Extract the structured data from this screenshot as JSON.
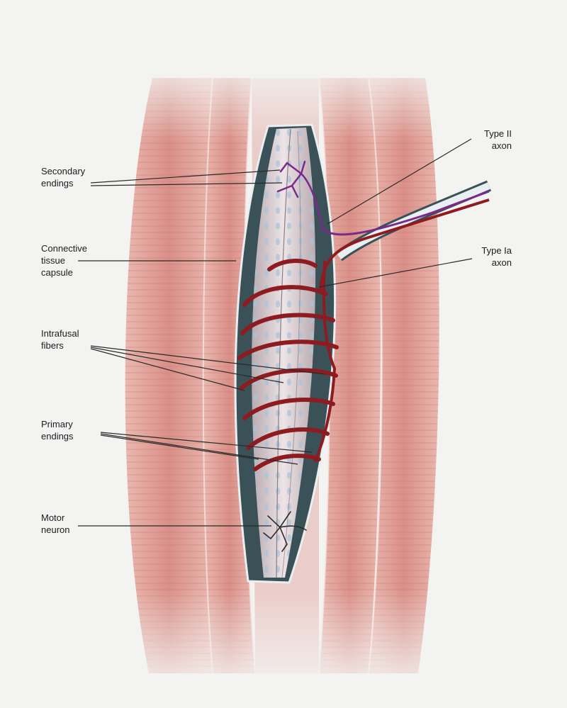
{
  "labels": {
    "secondary_endings": [
      "Secondary",
      "endings"
    ],
    "connective_tissue_capsule": [
      "Connective",
      "tissue",
      "capsule"
    ],
    "intrafusal_fibers": [
      "Intrafusal",
      "fibers"
    ],
    "primary_endings": [
      "Primary",
      "endings"
    ],
    "motor_neuron": [
      "Motor",
      "neuron"
    ],
    "type_ii_axon": [
      "Type II",
      "axon"
    ],
    "type_ia_axon": [
      "Type Ia",
      "axon"
    ]
  },
  "colors": {
    "background": "#f3f3f2",
    "muscle": "#dc9a92",
    "capsule": "#3a5158",
    "fiber": "#d9cfd2",
    "primary_ending": "#8e1b1f",
    "secondary_ending": "#7a2a8c",
    "leader_line": "#2a2a2a"
  }
}
